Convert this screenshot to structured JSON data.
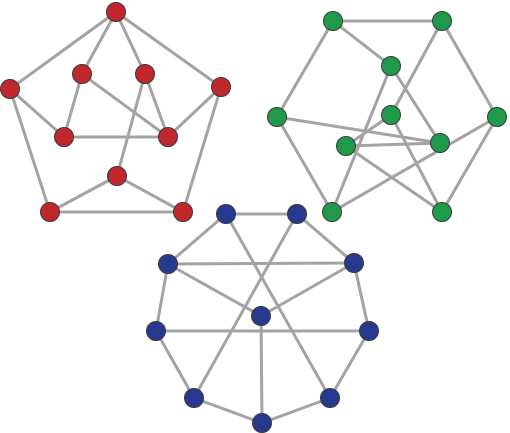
{
  "colors": {
    "edge": "#a3a3a3",
    "node_stroke": "#3a3a3a"
  },
  "graphs": [
    {
      "name": "red-graph",
      "node_color": "#c0282e",
      "node_count": 10,
      "edges": [
        [
          0,
          1
        ],
        [
          0,
          2
        ],
        [
          1,
          3
        ],
        [
          2,
          4
        ],
        [
          3,
          4
        ],
        [
          0,
          5
        ],
        [
          0,
          6
        ],
        [
          1,
          7
        ],
        [
          2,
          8
        ],
        [
          3,
          9
        ],
        [
          4,
          9
        ],
        [
          5,
          7
        ],
        [
          5,
          8
        ],
        [
          6,
          9
        ],
        [
          6,
          8
        ],
        [
          7,
          8
        ]
      ]
    },
    {
      "name": "green-graph",
      "node_color": "#1f9a4a",
      "node_count": 10,
      "edges": [
        [
          0,
          1
        ],
        [
          0,
          2
        ],
        [
          1,
          3
        ],
        [
          2,
          4
        ],
        [
          3,
          4
        ],
        [
          0,
          6
        ],
        [
          1,
          9
        ],
        [
          2,
          8
        ],
        [
          3,
          5
        ],
        [
          4,
          6
        ],
        [
          5,
          7
        ],
        [
          5,
          9
        ],
        [
          6,
          8
        ],
        [
          7,
          8
        ],
        [
          7,
          9
        ]
      ]
    },
    {
      "name": "blue-graph",
      "node_color": "#27398f",
      "node_count": 10,
      "edges": [
        [
          0,
          1
        ],
        [
          0,
          2
        ],
        [
          1,
          3
        ],
        [
          2,
          4
        ],
        [
          3,
          5
        ],
        [
          4,
          6
        ],
        [
          5,
          7
        ],
        [
          6,
          8
        ],
        [
          7,
          8
        ],
        [
          0,
          7
        ],
        [
          1,
          6
        ],
        [
          2,
          3
        ],
        [
          4,
          5
        ],
        [
          8,
          9
        ],
        [
          2,
          9
        ],
        [
          3,
          9
        ]
      ]
    }
  ]
}
